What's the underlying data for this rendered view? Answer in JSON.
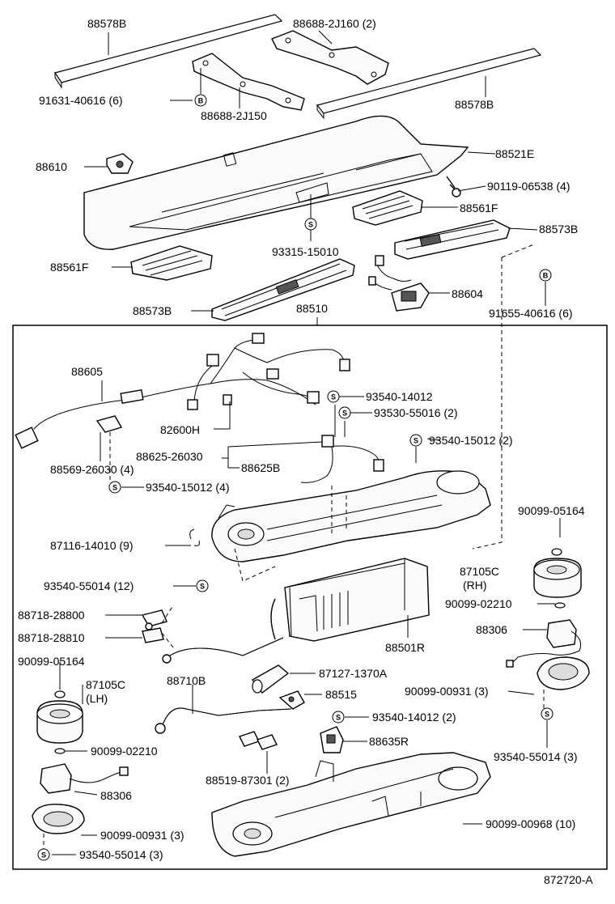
{
  "diagram_id": "872720-A",
  "assembly_label": "88510",
  "labels": {
    "l_88578B_top": "88578B",
    "l_88688_2J160": "88688-2J160 (2)",
    "l_91631": "91631-40616 (6)",
    "l_88688_2J150": "88688-2J150",
    "l_88578B_right": "88578B",
    "l_88610": "88610",
    "l_88521E": "88521E",
    "l_90119": "90119-06538 (4)",
    "l_88561F_right": "88561F",
    "l_88573B_right": "88573B",
    "l_93315": "93315-15010",
    "l_88561F_left": "88561F",
    "l_88604": "88604",
    "l_88573B_left": "88573B",
    "l_91655": "91655-40616 (6)",
    "l_88605": "88605",
    "l_93540_14012_a": "93540-14012",
    "l_93530": "93530-55016 (2)",
    "l_82600H": "82600H",
    "l_88625_26030": "88625-26030",
    "l_93540_15012_2": "93540-15012 (2)",
    "l_88625B": "88625B",
    "l_88569": "88569-26030 (4)",
    "l_93540_15012_4": "93540-15012 (4)",
    "l_90099_05164_r": "90099-05164",
    "l_87116": "87116-14010 (9)",
    "l_87105C_r": "87105C",
    "l_RH": "(RH)",
    "l_93540_55014_12": "93540-55014 (12)",
    "l_90099_02210_r": "90099-02210",
    "l_88718_28800": "88718-28800",
    "l_88306_r": "88306",
    "l_88718_28810": "88718-28810",
    "l_88501R": "88501R",
    "l_90099_05164_l": "90099-05164",
    "l_87127": "87127-1370A",
    "l_87105C_l": "87105C",
    "l_LH": "(LH)",
    "l_88710B": "88710B",
    "l_88515": "88515",
    "l_90099_00931_r": "90099-00931 (3)",
    "l_93540_14012_b": "93540-14012 (2)",
    "l_88635R": "88635R",
    "l_93540_55014_r": "93540-55014 (3)",
    "l_90099_02210_l": "90099-02210",
    "l_88519": "88519-87301 (2)",
    "l_88306_l": "88306",
    "l_90099_00968": "90099-00968 (10)",
    "l_90099_00931_l": "90099-00931 (3)",
    "l_93540_55014_l": "93540-55014 (3)"
  },
  "circle_markers": {
    "b_mark": "B",
    "s_mark": "S"
  }
}
